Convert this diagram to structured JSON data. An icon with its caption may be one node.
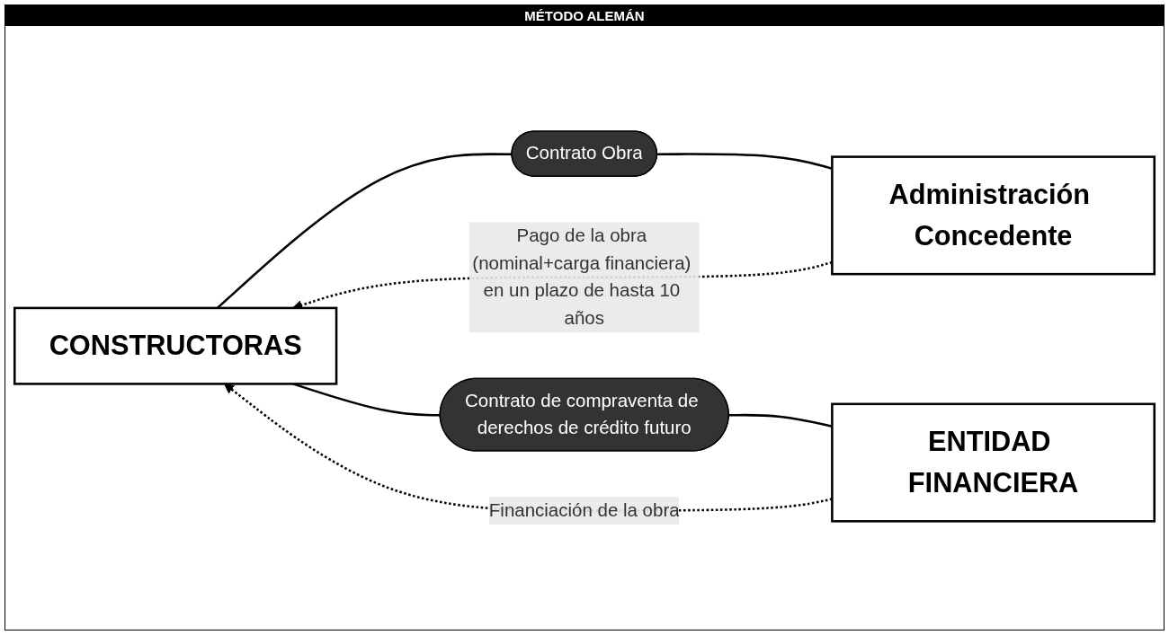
{
  "diagram": {
    "title": "MÉTODO ALEMÁN",
    "nodes": [
      {
        "text": [
          "CONSTRUCTORAS"
        ]
      },
      {
        "text": [
          "Contrato Obra"
        ]
      },
      {
        "text": [
          "Administración Concedente"
        ]
      },
      {
        "text": [
          "Contrato de compraventa de derechos de crédito futuro"
        ]
      },
      {
        "text": [
          "ENTIDAD FINANCIERA"
        ]
      }
    ],
    "edges": [
      {
        "from": 0,
        "to": 1,
        "arrow": "none"
      },
      {
        "from": 1,
        "to": 2,
        "arrow": "none"
      },
      {
        "from": 2,
        "to": 0,
        "arrow": "to",
        "style": "dashed",
        "label": "Pago de la obra (nominal+carga financiera) en un plazo de hasta 10 años"
      },
      {
        "from": 0,
        "to": 3,
        "arrow": "none"
      },
      {
        "from": 3,
        "to": 4,
        "arrow": "none"
      },
      {
        "from": 4,
        "to": 0,
        "arrow": "to",
        "style": "dashed",
        "label": "Financiación de la obra"
      }
    ]
  }
}
